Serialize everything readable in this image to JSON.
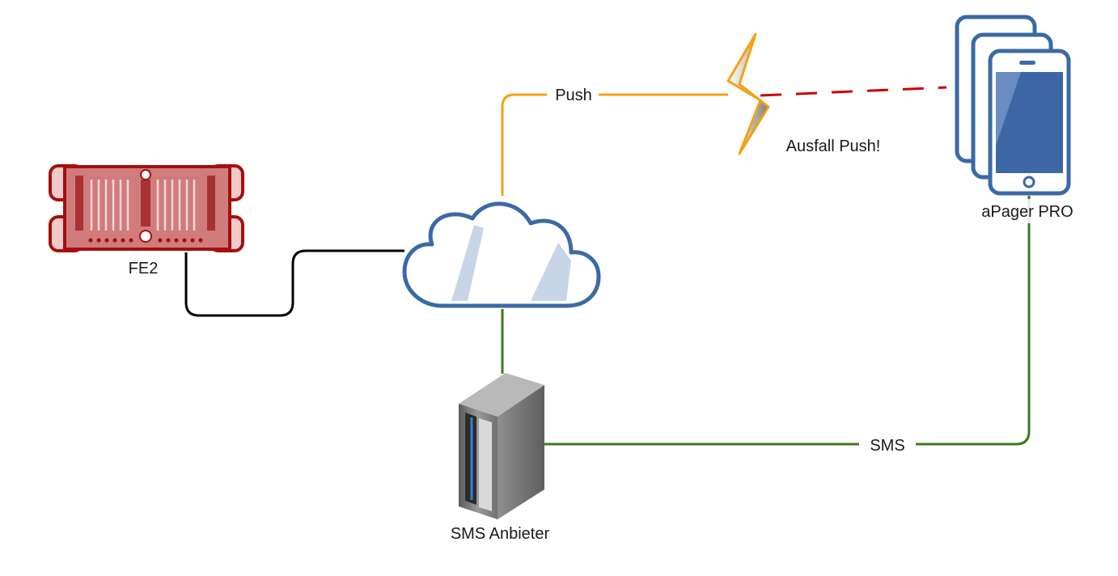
{
  "nodes": {
    "fe2": {
      "label": "FE2"
    },
    "cloud": {
      "label": ""
    },
    "sms_provider": {
      "label": "SMS Anbieter"
    },
    "apager": {
      "label": "aPager PRO"
    }
  },
  "edges": {
    "fe2_cloud": {
      "label": "",
      "color": "#000000"
    },
    "cloud_push": {
      "label": "Push",
      "color": "#f5a115"
    },
    "push_failure": {
      "label": "",
      "color": "#cc0000",
      "style": "dashed"
    },
    "cloud_sms_provider": {
      "label": "",
      "color": "#3d7a1a"
    },
    "sms_provider_apager": {
      "label": "SMS",
      "color": "#3d7a1a"
    }
  },
  "annotations": {
    "failure_note": "Ausfall Push!"
  },
  "colors": {
    "server_red": "#a50f0f",
    "server_fill": "#d17c7c",
    "cloud_stroke": "#3a6aa5",
    "phone_stroke": "#3a6aa5",
    "phone_screen": "#3d67a4"
  }
}
